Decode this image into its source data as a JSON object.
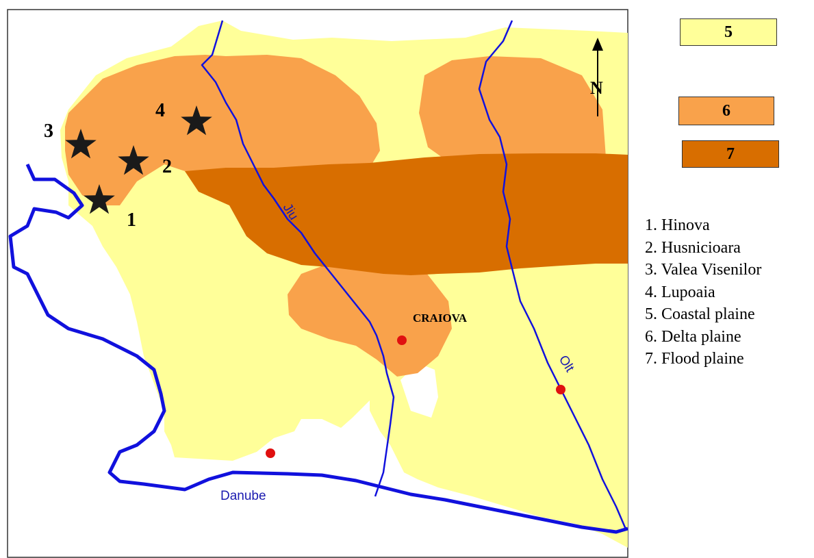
{
  "map": {
    "north_label": "N",
    "rivers": {
      "jiu": "Jiu",
      "olt": "Olt",
      "danube": "Danube"
    },
    "city": "CRAIOVA",
    "site_numbers": [
      "1",
      "2",
      "3",
      "4"
    ]
  },
  "legend": {
    "boxes": [
      {
        "label": "5",
        "color": "#ffff99"
      },
      {
        "label": "6",
        "color": "#f9a24b"
      },
      {
        "label": "7",
        "color": "#d86e00"
      }
    ],
    "items": [
      "1. Hinova",
      "2. Husnicioara",
      "3. Valea Visenilor",
      "4. Lupoaia",
      "5. Coastal plaine",
      "6. Delta plaine",
      "7. Flood plaine"
    ]
  },
  "colors": {
    "coastal": "#ffff99",
    "delta": "#f9a24b",
    "flood": "#d86e00",
    "river": "#1111dd",
    "city_dot": "#e01010"
  }
}
